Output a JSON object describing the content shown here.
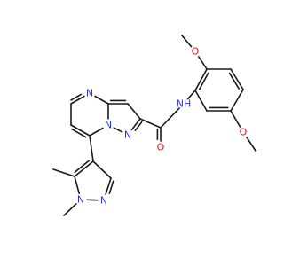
{
  "colors": {
    "bond": "#1a1a1a",
    "nitrogen": "#2b36d9",
    "oxygen": "#e3141e",
    "carbon": "#1a1a1a",
    "background": "#ffffff"
  },
  "molecule": {
    "atoms": [
      {
        "id": "N1",
        "symbol": "N",
        "element": "nitrogen"
      },
      {
        "id": "N2",
        "symbol": "N",
        "element": "nitrogen"
      },
      {
        "id": "N3",
        "symbol": "N",
        "element": "nitrogen"
      },
      {
        "id": "NH",
        "symbol": "NH",
        "element": "nitrogen"
      },
      {
        "id": "O1",
        "symbol": "O",
        "element": "oxygen"
      },
      {
        "id": "O2",
        "symbol": "O",
        "element": "oxygen"
      },
      {
        "id": "O3",
        "symbol": "O",
        "element": "oxygen"
      },
      {
        "id": "N4",
        "symbol": "N",
        "element": "nitrogen"
      },
      {
        "id": "N5",
        "symbol": "N",
        "element": "nitrogen"
      }
    ]
  }
}
